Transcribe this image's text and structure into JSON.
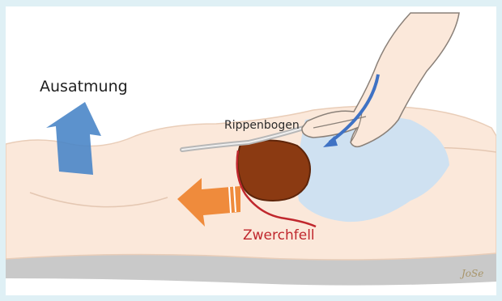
{
  "labels": {
    "exhale": "Ausatmung",
    "costal_arch": "Rippenbogen",
    "diaphragm": "Zwerchfell",
    "signature": "JoSe"
  },
  "icons": [
    "exhale-arrow-icon",
    "diaphragm-push-arrow-icon",
    "hand-stroke-arrow-icon"
  ],
  "colors": {
    "background": "#dff0f5",
    "body": "#fbe8da",
    "organ": "#8b3a12",
    "diaphragm_line": "#c0272d",
    "exhale_arrow": "#4a86c8",
    "push_arrow": "#ef8b3c",
    "lung_area": "#cfe1f1"
  }
}
